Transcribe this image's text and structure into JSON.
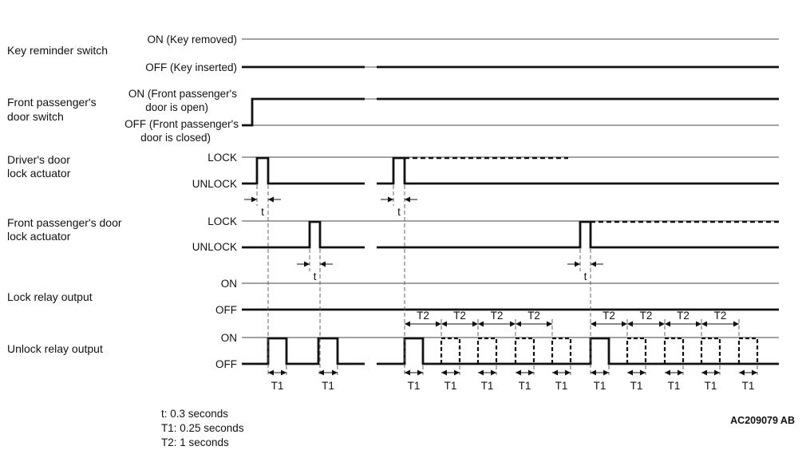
{
  "signals": {
    "key_reminder": {
      "name": "Key reminder switch",
      "high": "ON (Key removed)",
      "low": "OFF (Key inserted)"
    },
    "front_door_switch": {
      "name": [
        "Front passenger's",
        "door switch"
      ],
      "high": [
        "ON (Front passenger's",
        "door is open)"
      ],
      "low": [
        "OFF (Front passenger's",
        "door is closed)"
      ]
    },
    "driver_lock": {
      "name": [
        "Driver's door",
        "lock actuator"
      ],
      "high": "LOCK",
      "low": "UNLOCK"
    },
    "front_lock": {
      "name": [
        "Front passenger's door",
        "lock actuator"
      ],
      "high": "LOCK",
      "low": "UNLOCK"
    },
    "lock_relay": {
      "name": "Lock relay output",
      "high": "ON",
      "low": "OFF"
    },
    "unlock_relay": {
      "name": "Unlock relay output",
      "high": "ON",
      "low": "OFF"
    }
  },
  "timing_labels": {
    "t": "t",
    "T1": "T1",
    "T2": "T2"
  },
  "legend": [
    "t: 0.3 seconds",
    "T1: 0.25 seconds",
    "T2: 1 seconds"
  ],
  "reference_code": "AC209079 AB"
}
